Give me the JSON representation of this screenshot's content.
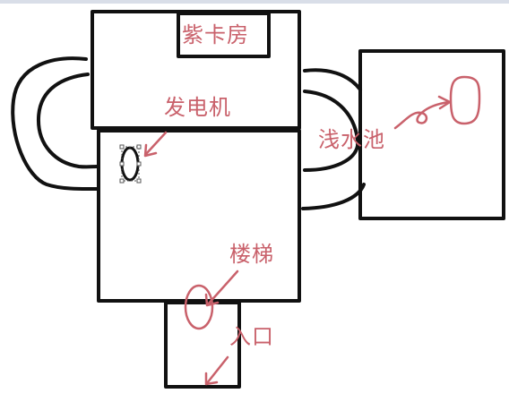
{
  "labels": {
    "purple_card_room": "紫卡房",
    "generator": "发电机",
    "shallow_pool": "浅水池",
    "stairs": "楼梯",
    "entrance": "入口"
  },
  "colors": {
    "ink": "#111111",
    "annotation": "#c9616b",
    "top_strip": "#d9dee8",
    "selection_handle": "#555555"
  }
}
